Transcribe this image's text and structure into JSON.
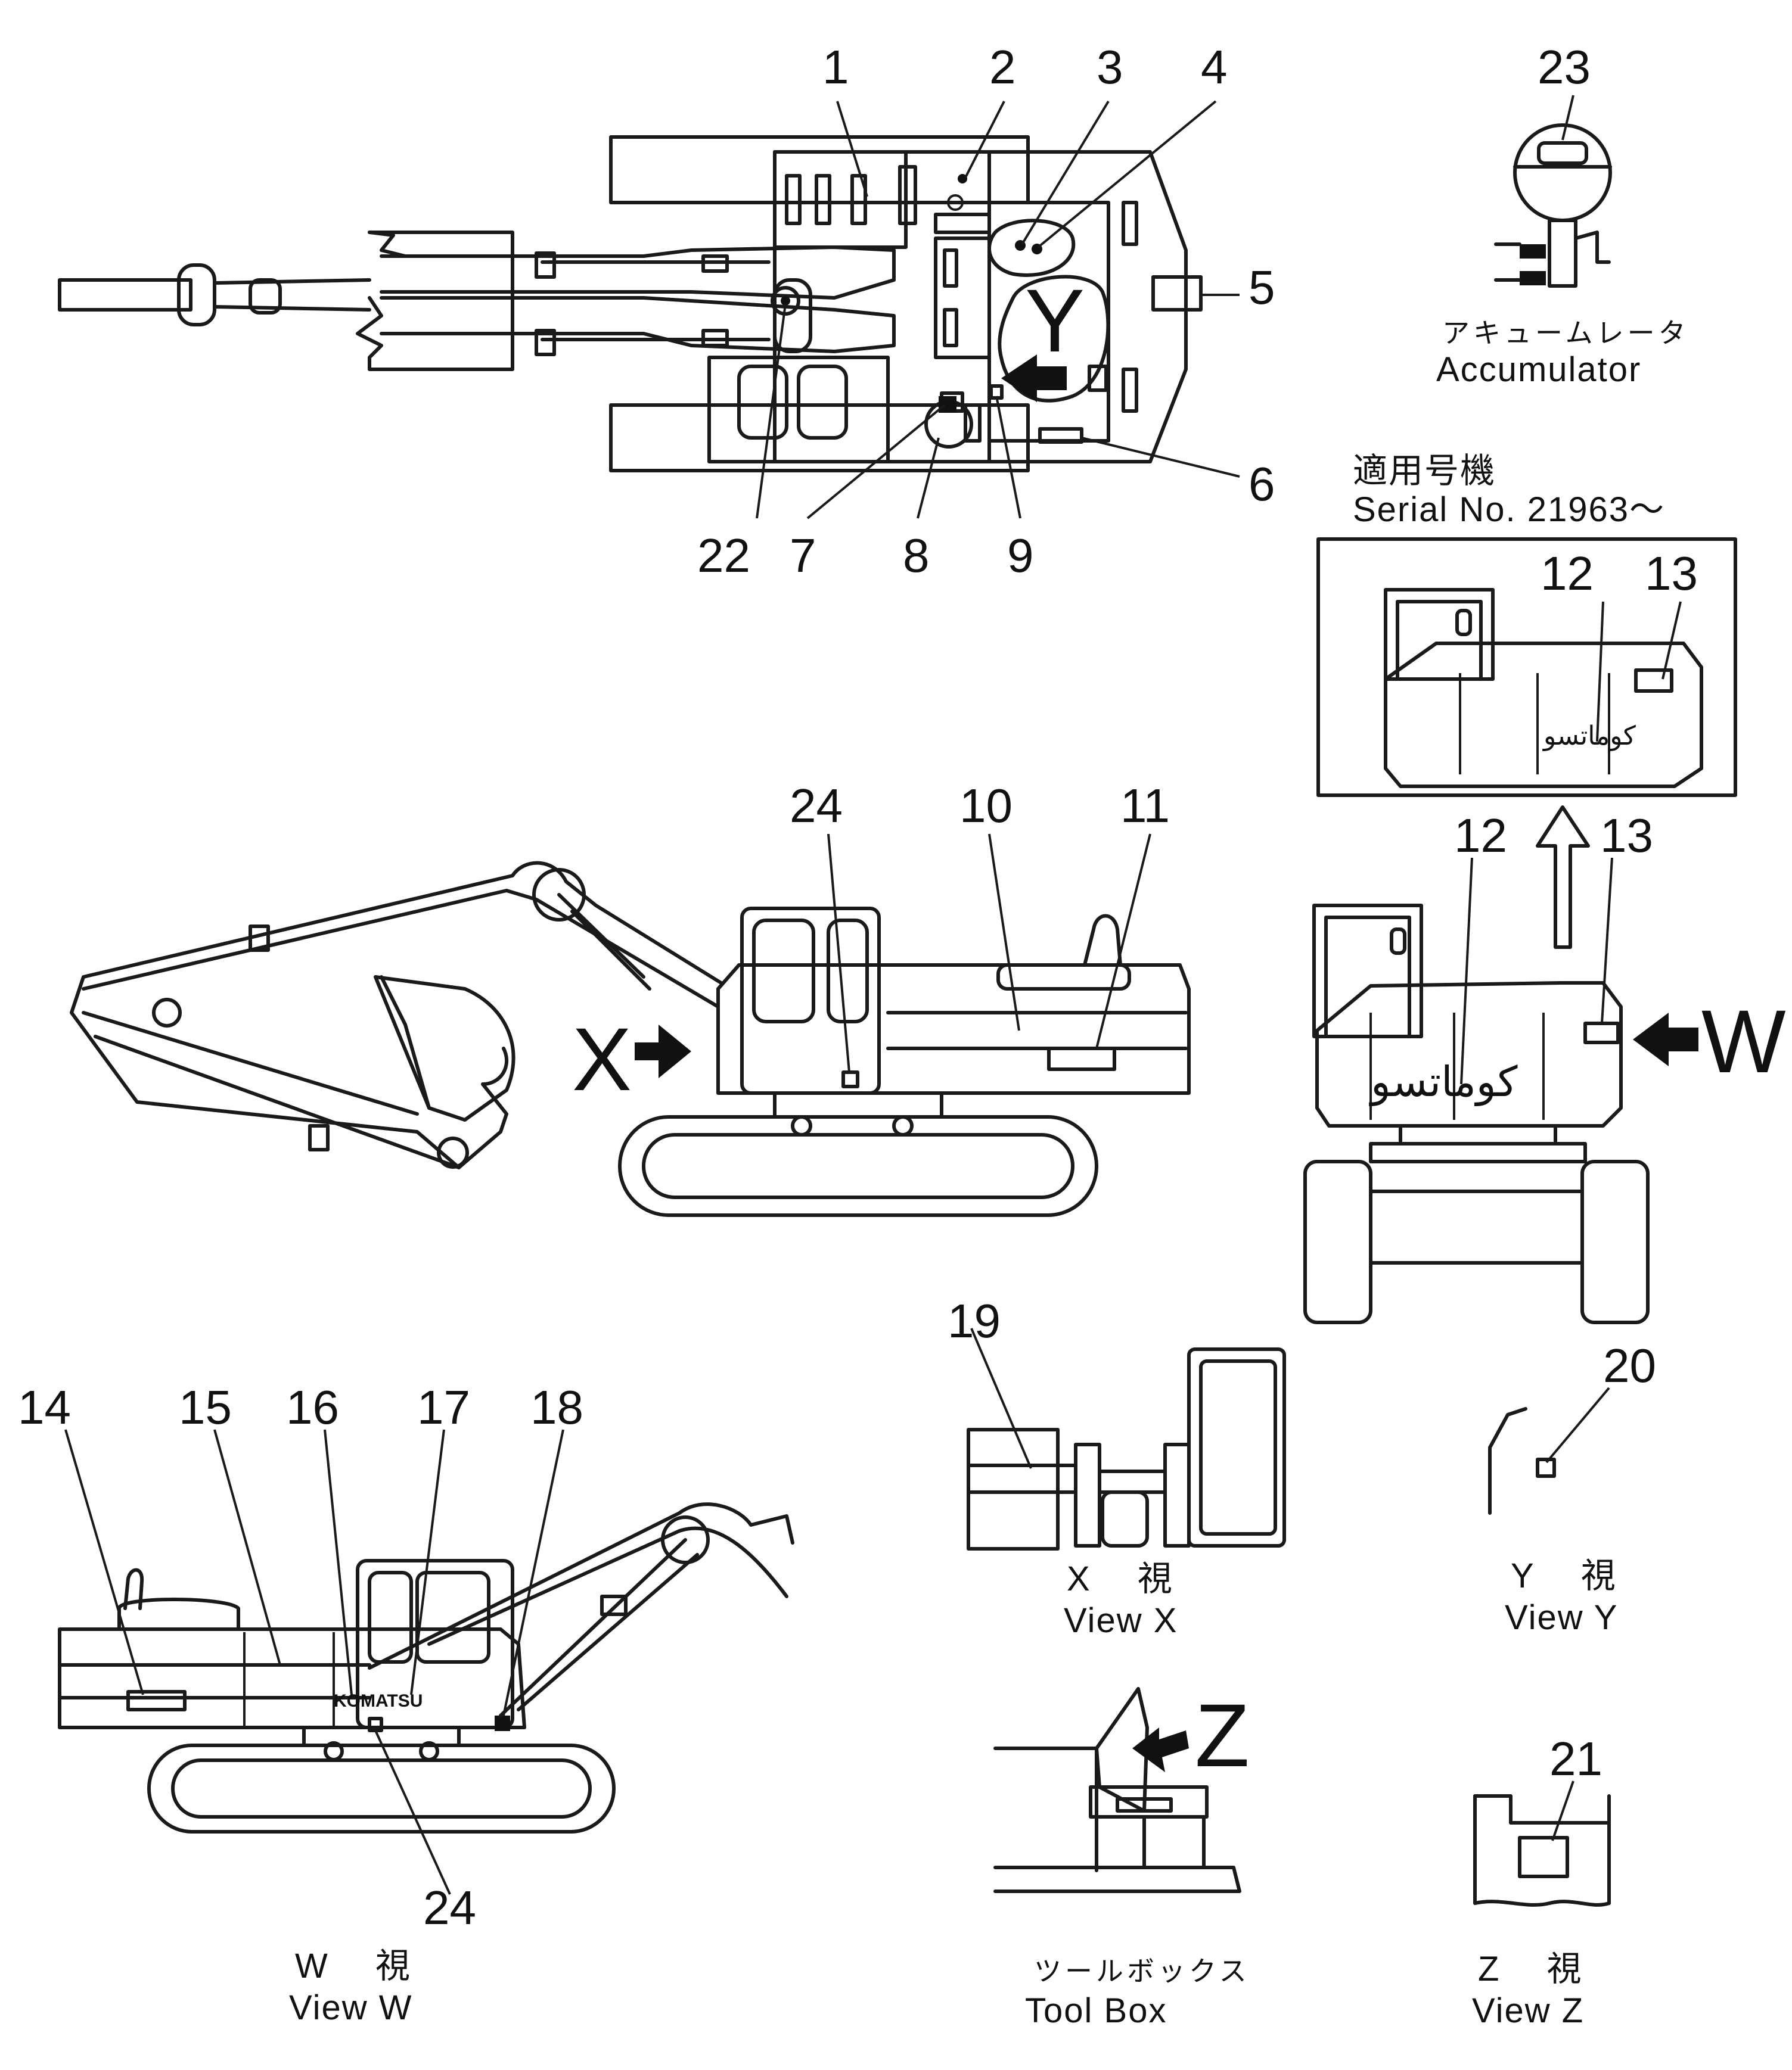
{
  "callouts": {
    "c1": "1",
    "c2": "2",
    "c3": "3",
    "c4": "4",
    "c5": "5",
    "c6": "6",
    "c7": "7",
    "c8": "8",
    "c9": "9",
    "c10": "10",
    "c11": "11",
    "c12a": "12",
    "c13a": "13",
    "c12b": "12",
    "c13b": "13",
    "c14": "14",
    "c15": "15",
    "c16": "16",
    "c17": "17",
    "c18": "18",
    "c19": "19",
    "c20": "20",
    "c21": "21",
    "c22": "22",
    "c23": "23",
    "c24a": "24",
    "c24b": "24"
  },
  "view_letters": {
    "x": "X",
    "y": "Y",
    "z": "Z",
    "w": "W"
  },
  "accumulator": {
    "jp": "アキュームレータ",
    "en": "Accumulator"
  },
  "serial": {
    "jp": "適用号機",
    "en": "Serial  No. 21963～"
  },
  "captions": {
    "view_w_jp": "W　 視",
    "view_w_en": "View  W",
    "view_x_jp": "X　 視",
    "view_x_en": "View  X",
    "view_y_jp": "Y　 視",
    "view_y_en": "View  Y",
    "view_z_jp": "Z　 視",
    "view_z_en": "View  Z",
    "toolbox_jp": "ツールボックス",
    "toolbox_en": "Tool  Box"
  },
  "decals": {
    "arabic_a": "كوماتسو",
    "arabic_b": "كوماتسو",
    "brand": "KOMATSU"
  },
  "colors": {
    "ink": "#111111",
    "paper": "#ffffff"
  }
}
